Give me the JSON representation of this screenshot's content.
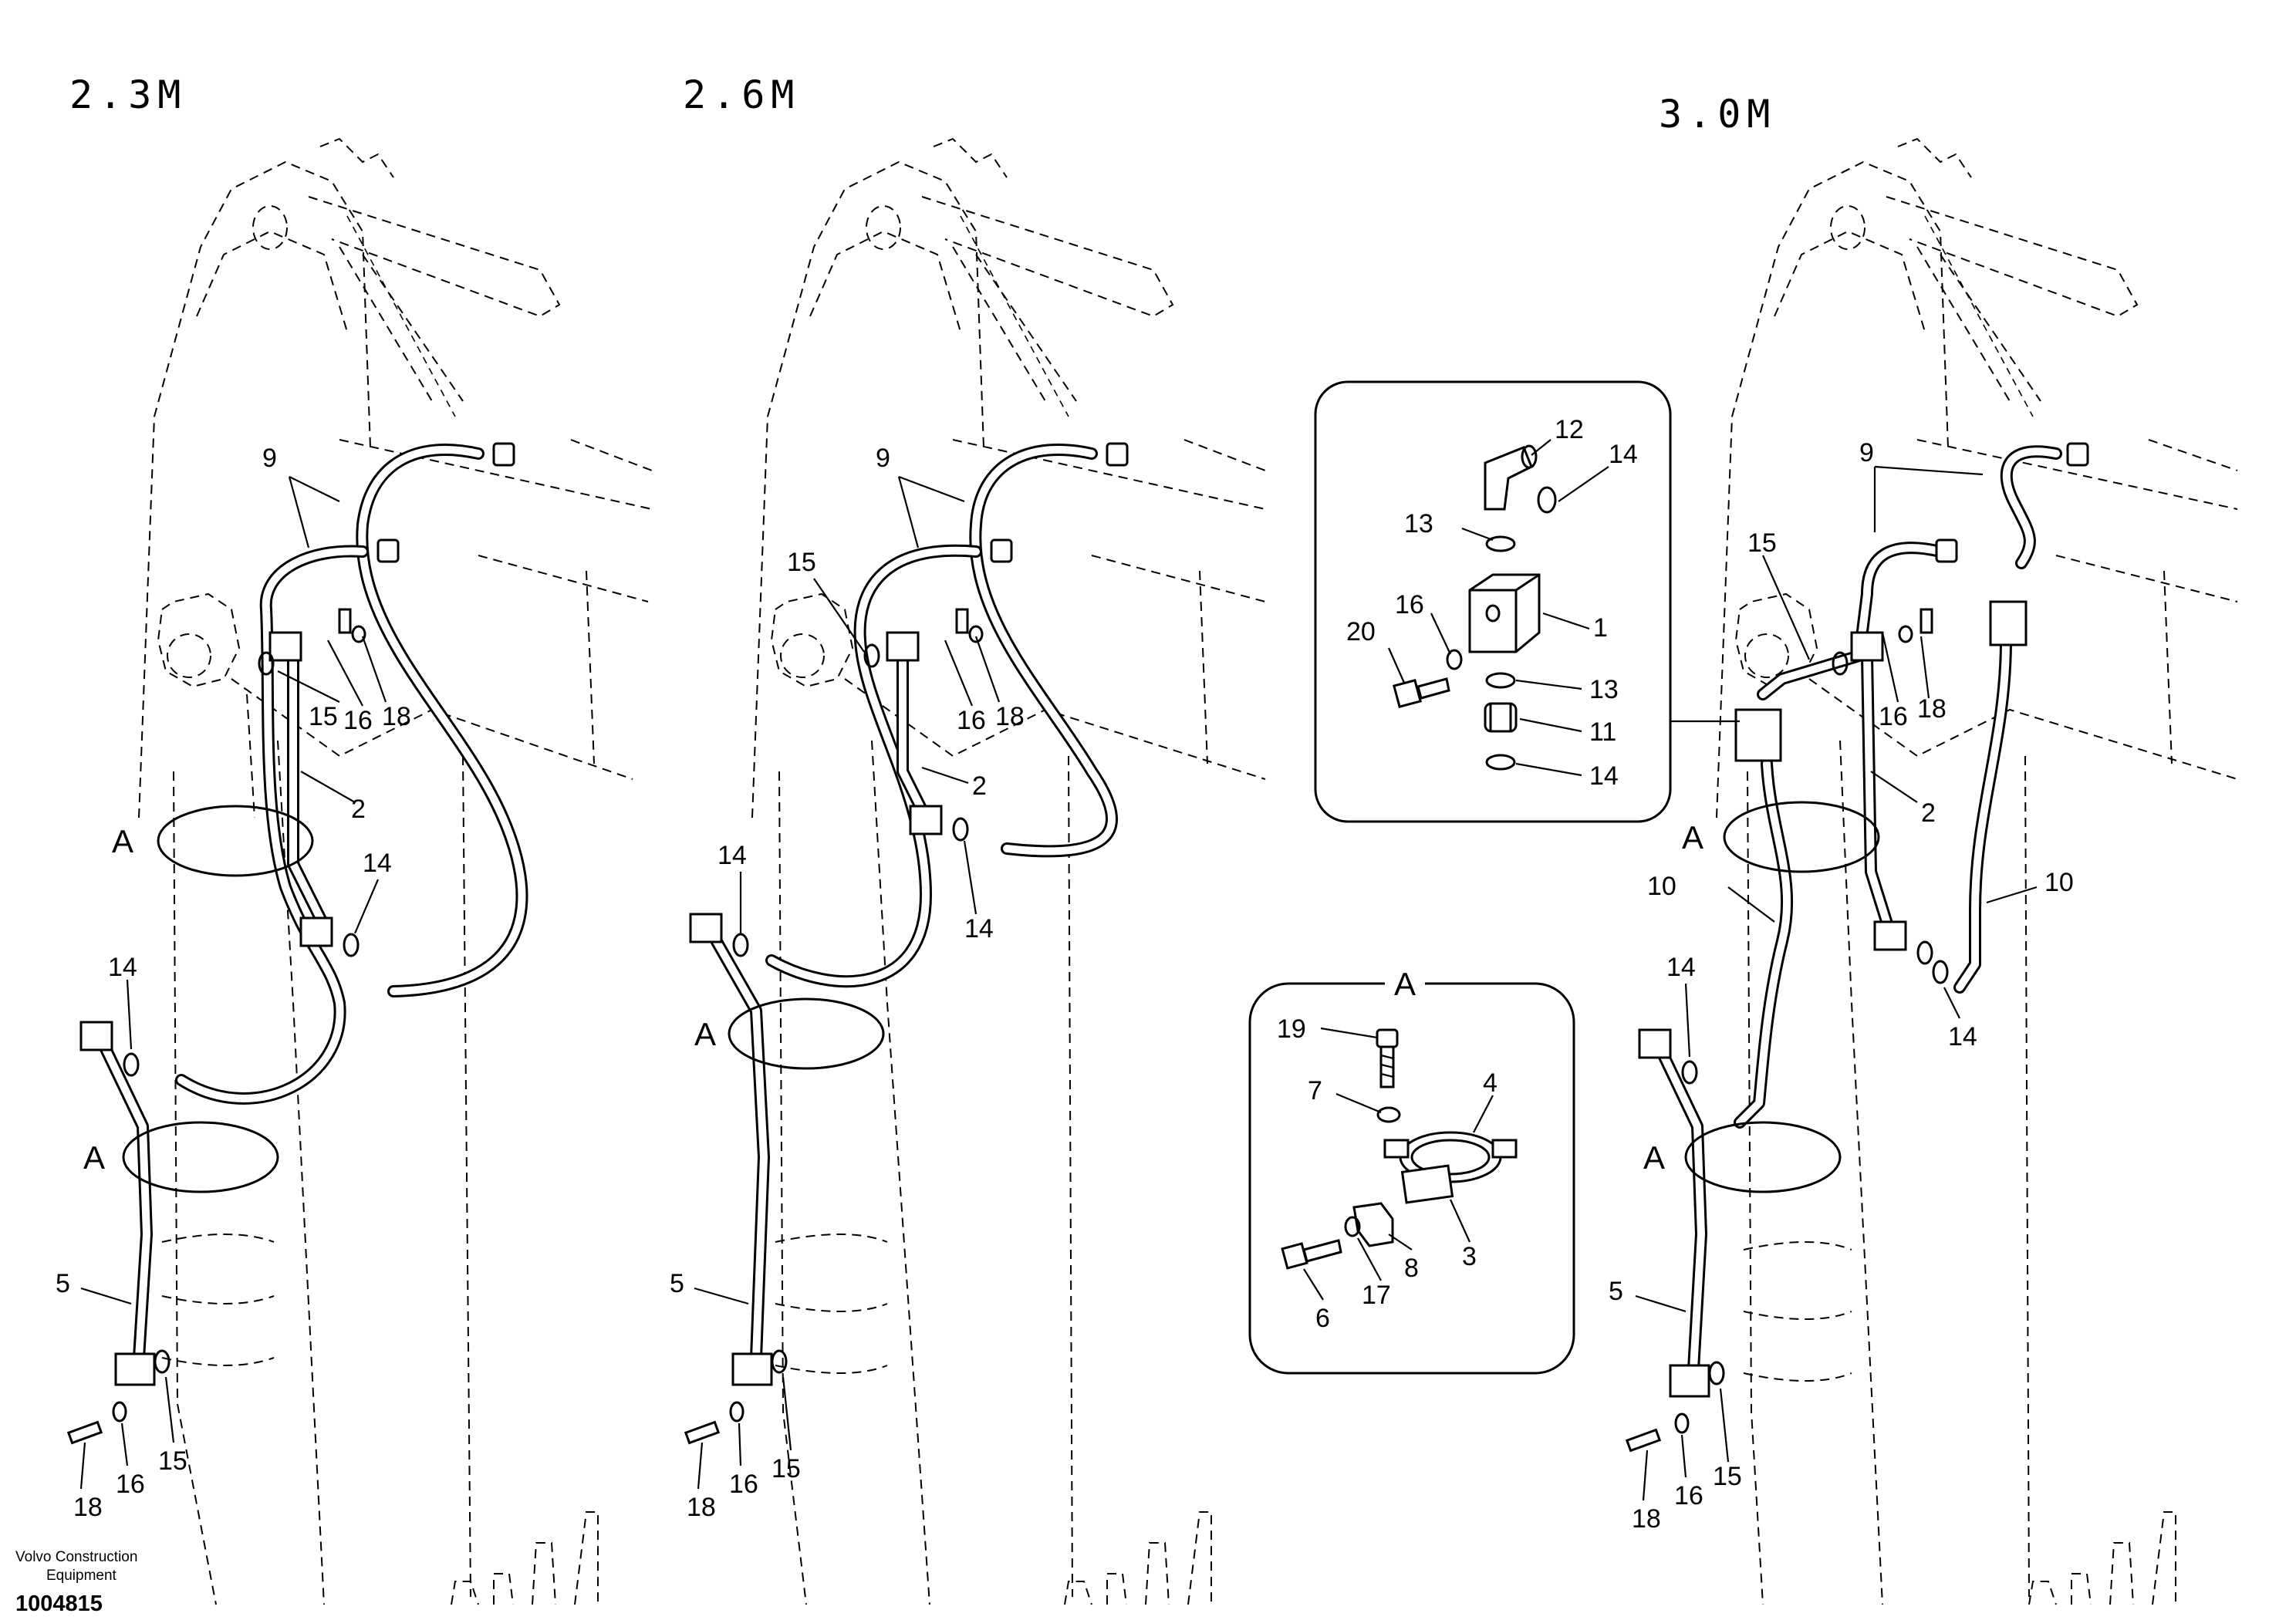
{
  "views": [
    {
      "title": "2.3M",
      "labels": {
        "nine": "9",
        "fifteen_top": "15",
        "sixteen_top": "16",
        "eighteen_top": "18",
        "two": "2",
        "a_top": "A",
        "fourteen_mid": "14",
        "fourteen_left": "14",
        "a_bottom": "A",
        "five": "5",
        "eighteen_bottom": "18",
        "sixteen_bottom": "16",
        "fifteen_bottom": "15"
      }
    },
    {
      "title": "2.6M",
      "labels": {
        "nine": "9",
        "fifteen_top": "15",
        "sixteen_top": "16",
        "eighteen_top": "18",
        "two": "2",
        "fourteen_mid": "14",
        "fourteen_left": "14",
        "a_mid": "A",
        "five": "5",
        "eighteen_bottom": "18",
        "sixteen_bottom": "16",
        "fifteen_bottom": "15"
      }
    },
    {
      "title": "3.0M",
      "labels": {
        "nine": "9",
        "fifteen_top": "15",
        "sixteen_top": "16",
        "eighteen_top": "18",
        "two": "2",
        "a_top": "A",
        "ten_left": "10",
        "ten_right": "10",
        "fourteen_right": "14",
        "fourteen_left": "14",
        "a_bottom": "A",
        "five": "5",
        "eighteen_bottom": "18",
        "sixteen_bottom": "16",
        "fifteen_bottom": "15"
      }
    }
  ],
  "detail_valve": {
    "labels": {
      "twelve": "12",
      "fourteen_top": "14",
      "thirteen_top": "13",
      "one": "1",
      "sixteen": "16",
      "twenty": "20",
      "thirteen_bottom": "13",
      "eleven": "11",
      "fourteen_bottom": "14"
    }
  },
  "detail_a": {
    "title": "A",
    "labels": {
      "nineteen": "19",
      "four": "4",
      "seven": "7",
      "three": "3",
      "eight": "8",
      "seventeen": "17",
      "six": "6"
    }
  },
  "footer": {
    "company": "Volvo Construction",
    "company_line2": "Equipment",
    "drawing_id": "1004815"
  }
}
